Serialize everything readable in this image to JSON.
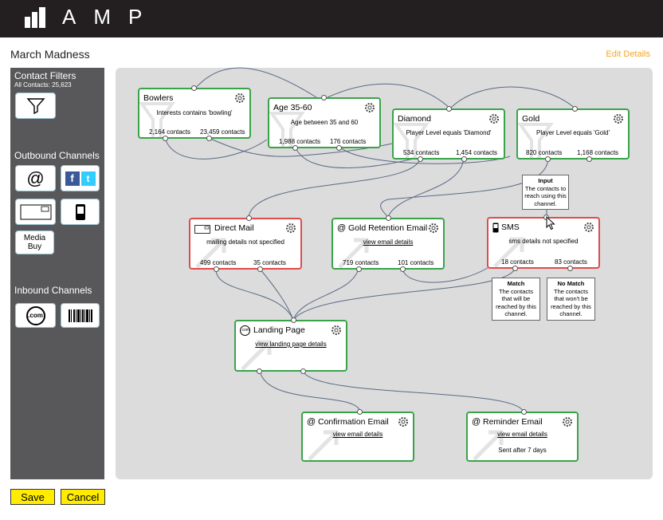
{
  "app": {
    "logo_text": "AMP"
  },
  "page": {
    "title": "March Madness",
    "edit_link": "Edit Details"
  },
  "sidebar": {
    "contact_filters": "Contact Filters",
    "all_contacts": "All Contacts: 25,623",
    "outbound": "Outbound Channels",
    "media_buy": "Media Buy",
    "inbound": "Inbound Channels",
    "com_label": ".com"
  },
  "nodes": {
    "bowlers": {
      "title": "Bowlers",
      "desc": "Interests contains 'bowling'",
      "left": "2,164 contacts",
      "right": "23,459 contacts"
    },
    "age": {
      "title": "Age 35-60",
      "desc": "Age between 35 and 60",
      "left": "1,988 contacts",
      "right": "176 contacts"
    },
    "diamond": {
      "title": "Diamond",
      "desc": "Player Level equals 'Diamond'",
      "left": "534 contacts",
      "right": "1,454 contacts"
    },
    "gold": {
      "title": "Gold",
      "desc": "Player Level equals 'Gold'",
      "left": "820 contacts",
      "right": "1,168 contacts"
    },
    "direct_mail": {
      "title": "Direct Mail",
      "desc": "mailing details not specified",
      "left": "499 contacts",
      "right": "35 contacts"
    },
    "gold_email": {
      "title": "Gold Retention Email",
      "desc": "view email details",
      "left": "719 contacts",
      "right": "101 contacts"
    },
    "sms": {
      "title": "SMS",
      "desc": "sms details not specified",
      "left": "18 contacts",
      "right": "83 contacts"
    },
    "landing": {
      "title": "Landing Page",
      "desc": "view landing page details"
    },
    "confirm": {
      "title": "Confirmation Email",
      "desc": "view email details"
    },
    "reminder": {
      "title": "Reminder Email",
      "desc": "view email details",
      "extra": "Sent after 7 days"
    }
  },
  "tooltips": {
    "input": {
      "title": "Input",
      "body": "The contacts to reach using this channel."
    },
    "match": {
      "title": "Match",
      "body": "The contacts that will be reached by this channel."
    },
    "nomatch": {
      "title": "No Match",
      "body": "The contacts that won't be reached by this channel."
    }
  },
  "actions": {
    "save": "Save",
    "cancel": "Cancel"
  },
  "colors": {
    "match_border": "#3aa34a",
    "nomatch_border": "#e04b4b",
    "accent": "#f5a623",
    "button": "#ffec00"
  }
}
